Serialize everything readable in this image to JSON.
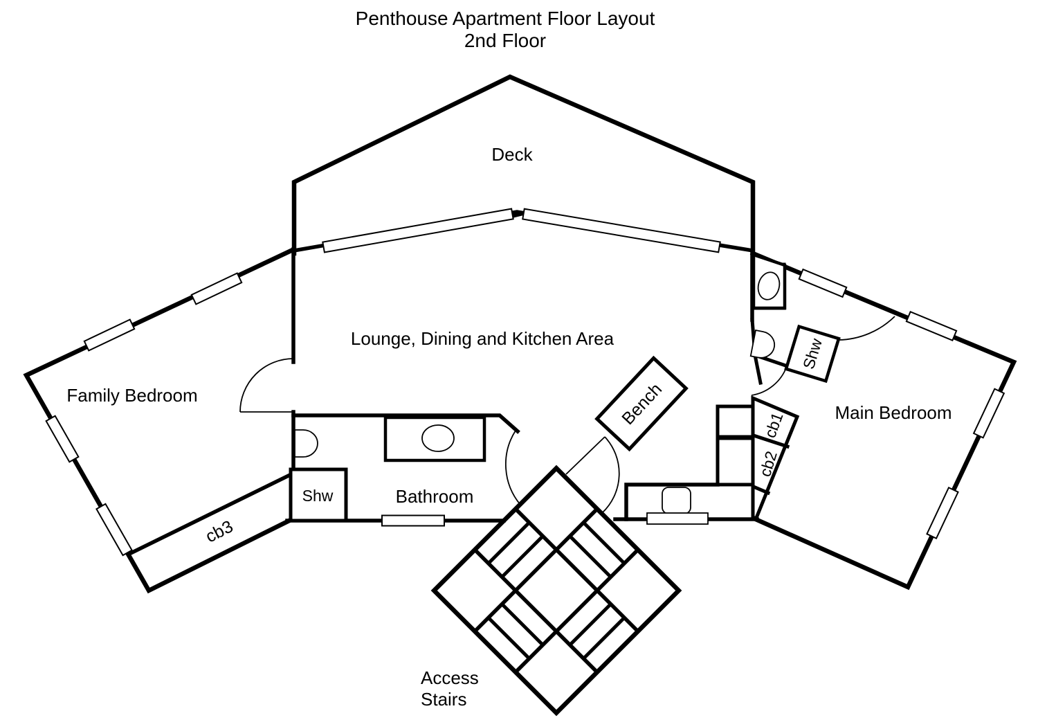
{
  "title": {
    "line1": "Penthouse Apartment Floor Layout",
    "line2": "2nd Floor"
  },
  "rooms": {
    "deck": "Deck",
    "lounge": "Lounge, Dining and Kitchen Area",
    "family_bedroom": "Family Bedroom",
    "main_bedroom": "Main Bedroom",
    "bathroom": "Bathroom",
    "access_stairs": {
      "line1": "Access",
      "line2": "Stairs"
    }
  },
  "fixtures": {
    "shower_bathroom": "Shw",
    "shower_main": "Shw",
    "cupboard_1": "cb1",
    "cupboard_2": "cb2",
    "cupboard_3": "cb3",
    "bench": "Bench"
  },
  "colors": {
    "line": "#000000",
    "background": "#ffffff"
  }
}
